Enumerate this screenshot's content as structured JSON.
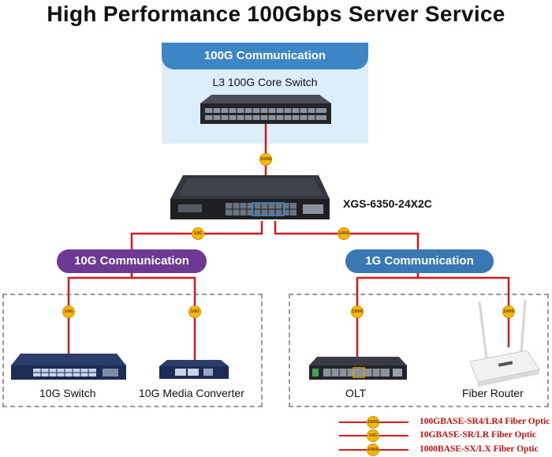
{
  "title": "High Performance 100Gbps Server Service",
  "core": {
    "header": "100G Communication",
    "device_label": "L3 100G Core Switch",
    "link_badge": "100G"
  },
  "main_switch": {
    "model": "XGS-6350-24X2C"
  },
  "groups": {
    "ten_g": {
      "label": "10G Communication",
      "badge": "10G"
    },
    "one_g": {
      "label": "1G Communication",
      "badge": "1000"
    }
  },
  "devices": [
    {
      "label": "10G Switch",
      "badge": "10G"
    },
    {
      "label": "10G Media Converter",
      "badge": "10G"
    },
    {
      "label": "OLT",
      "badge": "1000"
    },
    {
      "label": "Fiber Router",
      "badge": "1000"
    }
  ],
  "legend": [
    {
      "badge": "100G",
      "text": "100GBASE-SR4/LR4 Fiber Optic"
    },
    {
      "badge": "10G",
      "text": "10GBASE-SR/LR Fiber Optic"
    },
    {
      "badge": "1000",
      "text": "1000BASE-SX/LX Fiber Optic"
    }
  ],
  "colors": {
    "link": "#d6191c",
    "badge": "#f6b800",
    "core_header": "#3d86c6",
    "core_panel": "#dceefa",
    "ten_g_pill": "#6d3a93",
    "one_g_pill": "#3a78b4"
  }
}
